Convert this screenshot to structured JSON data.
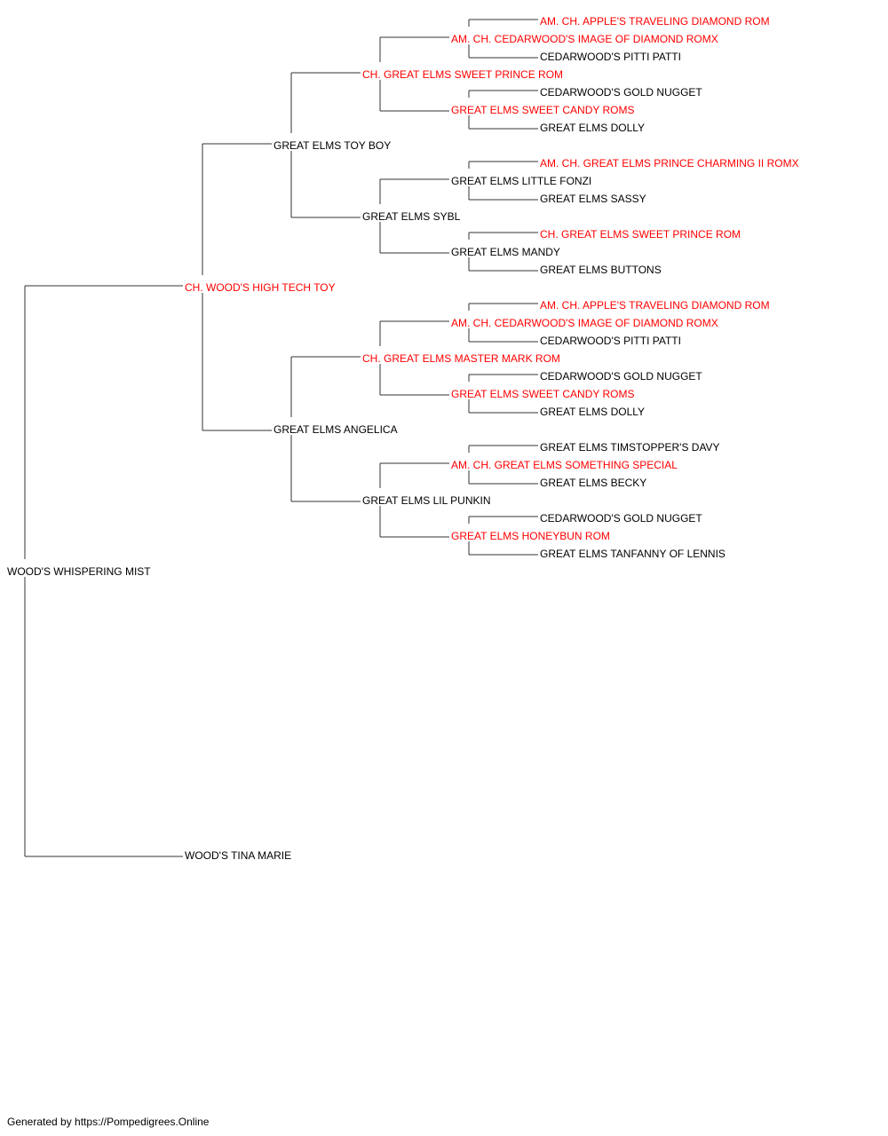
{
  "colors": {
    "line": "#333333",
    "text": "#000000",
    "champion": "#ff0000"
  },
  "pedigree": {
    "name": "WOOD'S WHISPERING MIST",
    "highlight": false,
    "sire": {
      "name": "CH. WOOD'S HIGH TECH TOY",
      "highlight": true,
      "sire": {
        "name": "GREAT ELMS TOY BOY",
        "highlight": false,
        "sire": {
          "name": "CH. GREAT ELMS SWEET PRINCE ROM",
          "highlight": true,
          "sire": {
            "name": "AM. CH. CEDARWOOD'S IMAGE OF DIAMOND ROMX",
            "highlight": true,
            "sire": {
              "name": "AM. CH. APPLE'S TRAVELING DIAMOND ROM",
              "highlight": true
            },
            "dam": {
              "name": "CEDARWOOD'S PITTI PATTI",
              "highlight": false
            }
          },
          "dam": {
            "name": "GREAT ELMS SWEET CANDY ROMS",
            "highlight": true,
            "sire": {
              "name": "CEDARWOOD'S GOLD NUGGET",
              "highlight": false
            },
            "dam": {
              "name": "GREAT ELMS DOLLY",
              "highlight": false
            }
          }
        },
        "dam": {
          "name": "GREAT ELMS SYBL",
          "highlight": false,
          "sire": {
            "name": "GREAT ELMS LITTLE FONZI",
            "highlight": false,
            "sire": {
              "name": "AM. CH. GREAT ELMS PRINCE CHARMING II ROMX",
              "highlight": true
            },
            "dam": {
              "name": "GREAT ELMS SASSY",
              "highlight": false
            }
          },
          "dam": {
            "name": "GREAT ELMS MANDY",
            "highlight": false,
            "sire": {
              "name": "CH. GREAT ELMS SWEET PRINCE ROM",
              "highlight": true
            },
            "dam": {
              "name": "GREAT ELMS BUTTONS",
              "highlight": false
            }
          }
        }
      },
      "dam": {
        "name": "GREAT ELMS ANGELICA",
        "highlight": false,
        "sire": {
          "name": "CH. GREAT ELMS MASTER MARK ROM",
          "highlight": true,
          "sire": {
            "name": "AM. CH. CEDARWOOD'S IMAGE OF DIAMOND ROMX",
            "highlight": true,
            "sire": {
              "name": "AM. CH. APPLE'S TRAVELING DIAMOND ROM",
              "highlight": true
            },
            "dam": {
              "name": "CEDARWOOD'S PITTI PATTI",
              "highlight": false
            }
          },
          "dam": {
            "name": "GREAT ELMS SWEET CANDY ROMS",
            "highlight": true,
            "sire": {
              "name": "CEDARWOOD'S GOLD NUGGET",
              "highlight": false
            },
            "dam": {
              "name": "GREAT ELMS DOLLY",
              "highlight": false
            }
          }
        },
        "dam": {
          "name": "GREAT ELMS LIL PUNKIN",
          "highlight": false,
          "sire": {
            "name": "AM. CH. GREAT ELMS SOMETHING SPECIAL",
            "highlight": true,
            "sire": {
              "name": "GREAT ELMS TIMSTOPPER'S DAVY",
              "highlight": false
            },
            "dam": {
              "name": "GREAT ELMS BECKY",
              "highlight": false
            }
          },
          "dam": {
            "name": "GREAT ELMS HONEYBUN ROM",
            "highlight": true,
            "sire": {
              "name": "CEDARWOOD'S GOLD NUGGET",
              "highlight": false
            },
            "dam": {
              "name": "GREAT ELMS TANFANNY OF LENNIS",
              "highlight": false
            }
          }
        }
      }
    },
    "dam": {
      "name": "WOOD'S TINA MARIE",
      "highlight": false
    }
  },
  "footer": "Generated by https://Pompedigrees.Online"
}
